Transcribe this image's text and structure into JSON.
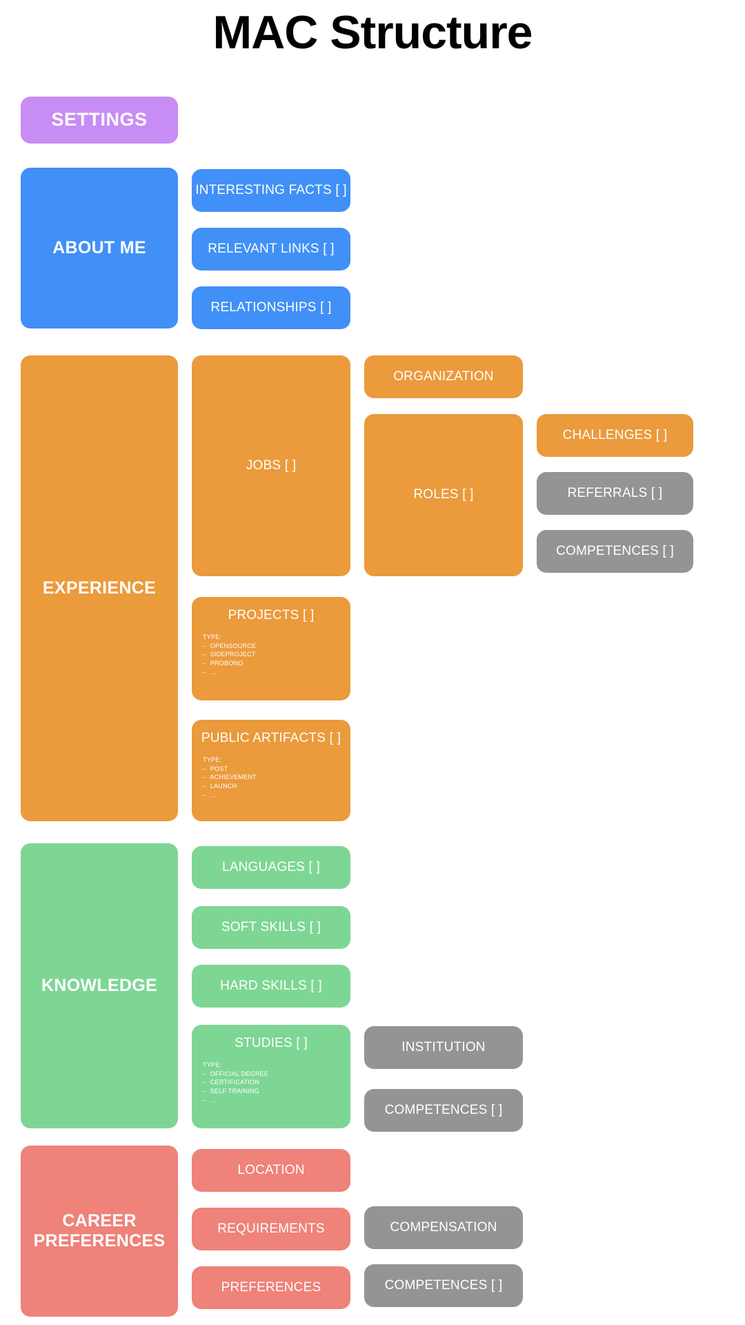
{
  "page": {
    "title": "MAC Structure",
    "background": "#ffffff",
    "title_color": "#000000"
  },
  "colors": {
    "purple": "#c88cf5",
    "blue": "#4190f7",
    "orange": "#eb9a3c",
    "green": "#7ed694",
    "red": "#ef8279",
    "gray": "#949494",
    "text": "#ffffff"
  },
  "sections": [
    {
      "id": "settings",
      "label": "SETTINGS",
      "color": "#c88cf5",
      "children": []
    },
    {
      "id": "about-me",
      "label": "ABOUT ME",
      "color": "#4190f7",
      "children": [
        {
          "label": "INTERESTING FACTS [ ]",
          "color": "#4190f7"
        },
        {
          "label": "RELEVANT LINKS [ ]",
          "color": "#4190f7"
        },
        {
          "label": "RELATIONSHIPS [ ]",
          "color": "#4190f7"
        }
      ]
    },
    {
      "id": "experience",
      "label": "EXPERIENCE",
      "color": "#eb9a3c",
      "children": [
        {
          "label": "JOBS [ ]",
          "color": "#eb9a3c"
        },
        {
          "label": "ORGANIZATION",
          "color": "#eb9a3c"
        },
        {
          "label": "ROLES [ ]",
          "color": "#eb9a3c"
        },
        {
          "label": "CHALLENGES [ ]",
          "color": "#eb9a3c"
        },
        {
          "label": "REFERRALS [ ]",
          "color": "#949494"
        },
        {
          "label": "COMPETENCES [ ]",
          "color": "#949494"
        },
        {
          "label": "PROJECTS [ ]",
          "color": "#eb9a3c",
          "type_title": "TYPE:",
          "type_items": [
            "–  OPENSOURCE",
            "–  SIDEPROJECT",
            "–  PROBONO",
            "–  ..."
          ]
        },
        {
          "label": "PUBLIC ARTIFACTS [ ]",
          "color": "#eb9a3c",
          "type_title": "TYPE:",
          "type_items": [
            "–  POST",
            "–  ACHIEVEMENT",
            "–  LAUNCH",
            "–  ..."
          ]
        }
      ]
    },
    {
      "id": "knowledge",
      "label": "KNOWLEDGE",
      "color": "#7ed694",
      "children": [
        {
          "label": "LANGUAGES [ ]",
          "color": "#7ed694"
        },
        {
          "label": "SOFT SKILLS [ ]",
          "color": "#7ed694"
        },
        {
          "label": "HARD SKILLS [ ]",
          "color": "#7ed694"
        },
        {
          "label": "STUDIES [ ]",
          "color": "#7ed694",
          "type_title": "TYPE:",
          "type_items": [
            "–  OFFICIAL DEGREE",
            "–  CERTIFICATION",
            "–  SELF TRAINING",
            "–  ..."
          ]
        },
        {
          "label": "INSTITUTION",
          "color": "#949494"
        },
        {
          "label": "COMPETENCES [ ]",
          "color": "#949494"
        }
      ]
    },
    {
      "id": "career-preferences",
      "label": "CAREER\nPREFERENCES",
      "label_line1": "CAREER",
      "label_line2": "PREFERENCES",
      "color": "#ef8279",
      "children": [
        {
          "label": "LOCATION",
          "color": "#ef8279"
        },
        {
          "label": "REQUIREMENTS",
          "color": "#ef8279"
        },
        {
          "label": "PREFERENCES",
          "color": "#ef8279"
        },
        {
          "label": "COMPENSATION",
          "color": "#949494"
        },
        {
          "label": "COMPETENCES [ ]",
          "color": "#949494"
        }
      ]
    }
  ]
}
